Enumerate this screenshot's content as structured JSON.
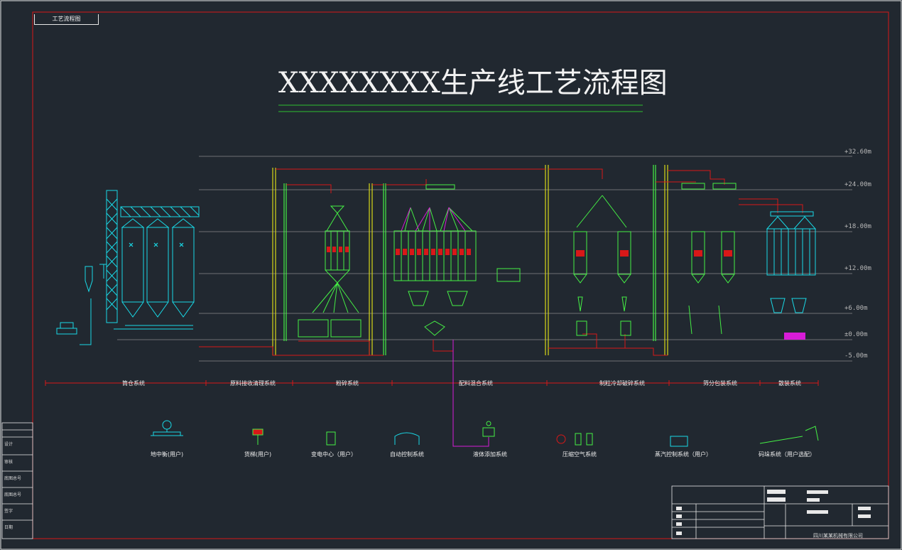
{
  "header": {
    "tab_label": "工艺流程图",
    "title": "XXXXXXXX生产线工艺流程图"
  },
  "levels": [
    "+32.60m",
    "+24.00m",
    "+18.00m",
    "+12.00m",
    "+6.00m",
    "±0.00m",
    "-5.00m"
  ],
  "sections": [
    "筒仓系统",
    "原料接收清理系统",
    "粉碎系统",
    "配料混合系统",
    "制粒冷却破碎系统",
    "筛分包装系统",
    "散装系统"
  ],
  "equipment": [
    "地中衡(用户)",
    "货梯(用户)",
    "变电中心（用户）",
    "自动控制系统",
    "液体添加系统",
    "压缩空气系统",
    "蒸汽控制系统（用户）",
    "码垛系统（用户选配）"
  ],
  "title_block": {
    "side_labels": [
      "设计",
      "审核",
      "底图总号",
      "底图总号",
      "签字",
      "日期"
    ],
    "company": "四川某某机械有限公司"
  },
  "colors": {
    "background": "#212830",
    "frame": "#d81818",
    "title_underline": "#2fbf2f",
    "silo": "#19d9e6",
    "structure": "#45f045",
    "pipe_red": "#d81818",
    "accent_magenta": "#d81cd8",
    "conveyor_yellow": "#d8d818"
  }
}
